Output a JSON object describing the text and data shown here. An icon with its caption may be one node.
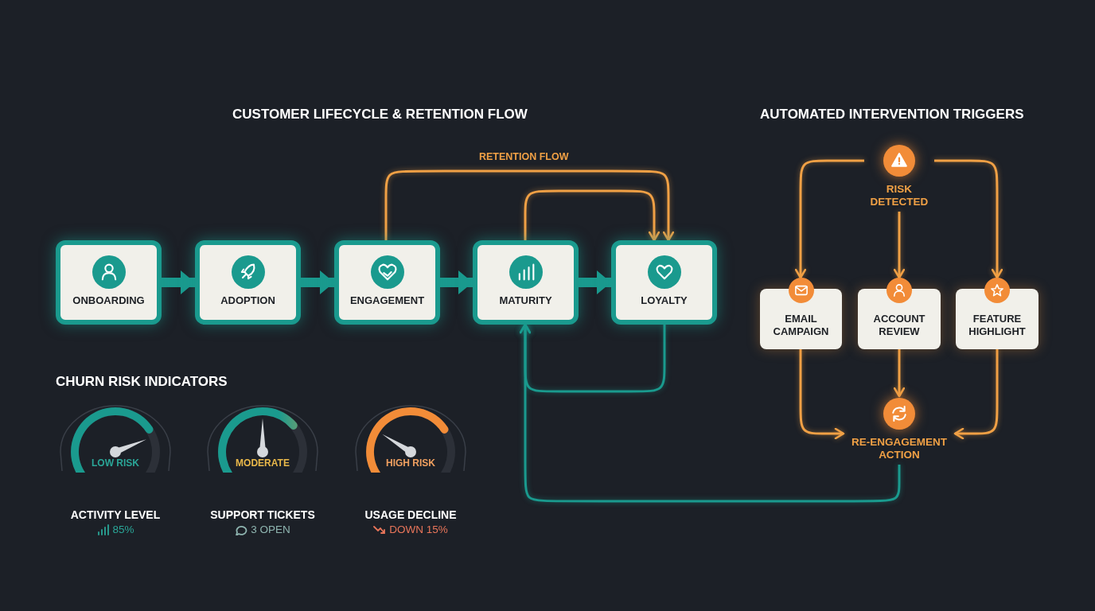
{
  "diagram": {
    "nodes": [
      {
        "text": [
          "ONBOARDING"
        ]
      },
      {
        "text": [
          "ADOPTION"
        ]
      },
      {
        "text": [
          "ENGAGEMENT"
        ]
      },
      {
        "text": [
          "MATURITY"
        ]
      },
      {
        "text": [
          "LOYALTY"
        ]
      },
      {
        "text": [
          "RISK DETECTED"
        ]
      },
      {
        "text": [
          "EMAIL CAMPAIGN"
        ]
      },
      {
        "text": [
          "ACCOUNT REVIEW"
        ]
      },
      {
        "text": [
          "FEATURE HIGHLIGHT"
        ]
      },
      {
        "text": [
          "RE-ENGAGEMENT ACTION"
        ]
      },
      {
        "text": [
          "LOW RISK"
        ],
        "beside": [
          "ACTIVITY LEVEL",
          "85%"
        ]
      },
      {
        "text": [
          "MODERATE"
        ],
        "beside": [
          "SUPPORT TICKETS",
          "3 OPEN"
        ]
      },
      {
        "text": [
          "HIGH RISK"
        ],
        "beside": [
          "USAGE DECLINE",
          "DOWN 15%"
        ]
      }
    ],
    "edges": [
      {
        "from": 0,
        "to": 1,
        "arrow": "to",
        "style": "thick",
        "color": "#1a9a8e"
      },
      {
        "from": 1,
        "to": 2,
        "arrow": "to",
        "style": "thick",
        "color": "#1a9a8e"
      },
      {
        "from": 2,
        "to": 3,
        "arrow": "to",
        "style": "thick",
        "color": "#1a9a8e"
      },
      {
        "from": 3,
        "to": 4,
        "arrow": "to",
        "style": "thick",
        "color": "#1a9a8e"
      },
      {
        "from": 2,
        "to": 4,
        "arrow": "to",
        "label": "RETENTION FLOW"
      },
      {
        "from": 3,
        "to": 4,
        "arrow": "to"
      },
      {
        "from": 4,
        "to": 3,
        "arrow": "to",
        "color": "#1a9a8e"
      },
      {
        "from": 9,
        "to": 3,
        "arrow": "to",
        "color": "#1a9a8e"
      },
      {
        "from": 5,
        "to": 6,
        "arrow": "to"
      },
      {
        "from": 5,
        "to": 7,
        "arrow": "to"
      },
      {
        "from": 5,
        "to": 8,
        "arrow": "to"
      },
      {
        "from": 6,
        "to": 9,
        "arrow": "to"
      },
      {
        "from": 7,
        "to": 9,
        "arrow": "to"
      },
      {
        "from": 8,
        "to": 9,
        "arrow": "to"
      }
    ],
    "labels": [
      "CUSTOMER LIFECYCLE & RETENTION FLOW",
      "AUTOMATED INTERVENTION TRIGGERS",
      "CHURN RISK INDICATORS"
    ]
  }
}
